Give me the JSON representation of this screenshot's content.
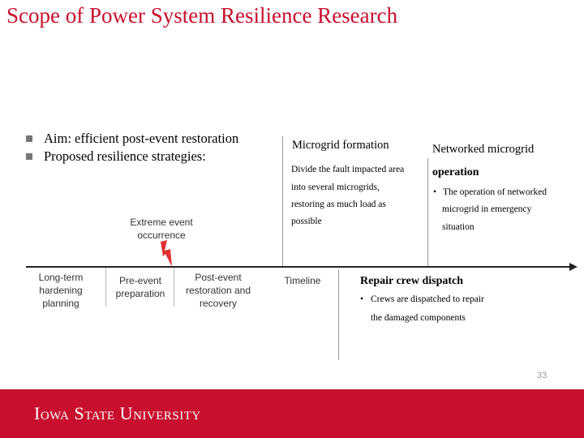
{
  "slide": {
    "title": "Scope of Power System Resilience Research",
    "page_number": "33"
  },
  "bullets": [
    "Aim: efficient post-event restoration",
    "Proposed resilience strategies:"
  ],
  "timeline": {
    "event_label_line1": "Extreme event",
    "event_label_line2": "occurrence",
    "stages": [
      {
        "line1": "Long-term",
        "line2": "hardening",
        "line3": "planning"
      },
      {
        "line1": "Pre-event",
        "line2": "preparation"
      },
      {
        "line1": "Post-event",
        "line2": "restoration and",
        "line3": "recovery"
      }
    ],
    "axis_label": "Timeline"
  },
  "microgrid_formation": {
    "heading": "Microgrid formation",
    "desc_line1": "Divide the fault impacted area",
    "desc_line2": "into several microgrids,",
    "desc_line3": "restoring as much  load as",
    "desc_line4": "possible"
  },
  "networked_microgrid": {
    "heading_line1": "Networked microgrid",
    "heading_line2": "operation",
    "bullet": "•",
    "desc_line1": "The operation of networked",
    "desc_line2": "microgrid in emergency",
    "desc_line3": "situation"
  },
  "repair_crew": {
    "heading": "Repair crew dispatch",
    "bullet": "•",
    "desc_line1": "Crews are dispatched to repair",
    "desc_line2": "the damaged components"
  },
  "footer": {
    "university": "Iowa State University",
    "color": "#c8102e"
  }
}
